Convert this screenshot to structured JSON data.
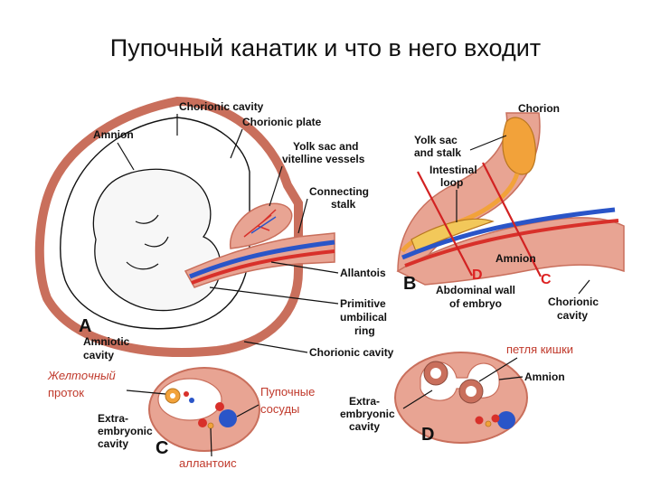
{
  "title": "Пупочный канатик и что в него входит",
  "labels_en": {
    "chorionic_cavity_top": "Chorionic cavity",
    "chorionic_plate": "Chorionic plate",
    "amnion_left": "Amnion",
    "yolk_sac_vitelline_1": "Yolk sac and",
    "yolk_sac_vitelline_2": "vitelline vessels",
    "connecting_stalk_1": "Connecting",
    "connecting_stalk_2": "stalk",
    "allantois": "Allantois",
    "primitive_ring_1": "Primitive",
    "primitive_ring_2": "umbilical",
    "primitive_ring_3": "ring",
    "chorionic_cavity_bottom": "Chorionic cavity",
    "amniotic_cavity_1": "Amniotic",
    "amniotic_cavity_2": "cavity",
    "chorion_right": "Chorion",
    "yolk_stalk_1": "Yolk sac",
    "yolk_stalk_2": "and stalk",
    "intestinal_loop_1": "Intestinal",
    "intestinal_loop_2": "loop",
    "amnion_b": "Amnion",
    "abdominal_wall_1": "Abdominal wall",
    "abdominal_wall_2": "of embryo",
    "chorionic_cavity_right_1": "Chorionic",
    "chorionic_cavity_right_2": "cavity",
    "amnion_d": "Amnion",
    "extra_c_1": "Extra-",
    "extra_c_2": "embryonic",
    "extra_c_3": "cavity",
    "extra_d_1": "Extra-",
    "extra_d_2": "embryonic",
    "extra_d_3": "cavity"
  },
  "panel_letters": {
    "a": "A",
    "b": "B",
    "c": "C",
    "d": "D"
  },
  "red_letters": {
    "d": "D",
    "c": "C"
  },
  "labels_ru": {
    "yolk_duct_1": "Желтoчный",
    "yolk_duct_2": "проток",
    "umbilical_vessels_1": "Пупочные",
    "umbilical_vessels_2": "сосуды",
    "allantois": "аллантоис",
    "intestinal_loop": "петля кишки"
  },
  "colors": {
    "tissue_pink": "#e8a493",
    "tissue_dark": "#c96f5c",
    "artery_red": "#d8302a",
    "vein_blue": "#2a55c8",
    "yolk_orange": "#f2a23a",
    "red_annotation": "#d22222"
  }
}
